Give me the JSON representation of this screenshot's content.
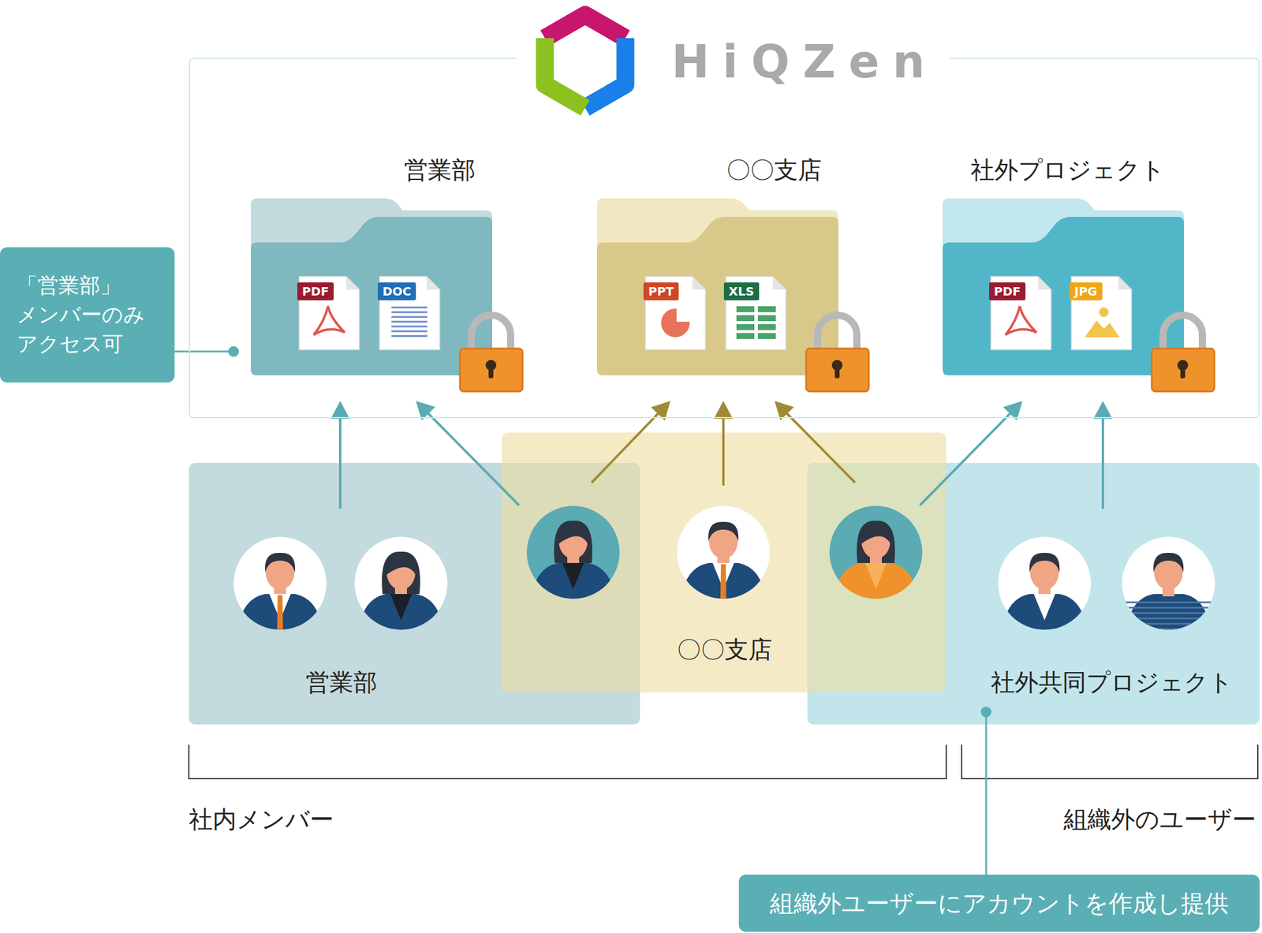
{
  "diagram": {
    "nodes": [
      {
        "text": [
          "HiQZen"
        ]
      },
      {
        "text": [
          "営業部"
        ],
        "in": 0
      },
      {
        "text": [
          "〇〇支店"
        ],
        "in": 0
      },
      {
        "text": [
          "社外プロジェクト"
        ],
        "in": 0
      },
      {
        "text": [
          "「営業部」 メンバーのみ アクセス可"
        ]
      },
      {
        "text": [
          "営業部"
        ]
      },
      {
        "text": [
          "〇〇支店"
        ]
      },
      {
        "text": [
          "社外共同プロジェクト"
        ]
      },
      {
        "text": [
          "組織外ユーザーにアカウントを作成し提供"
        ]
      }
    ],
    "edges": [
      {
        "from": 5,
        "to": 1,
        "arrow": "to"
      },
      {
        "from": 5,
        "to": 1,
        "arrow": "to"
      },
      {
        "from": 6,
        "to": 2,
        "arrow": "to"
      },
      {
        "from": 6,
        "to": 2,
        "arrow": "to"
      },
      {
        "from": 6,
        "to": 2,
        "arrow": "to"
      },
      {
        "from": 7,
        "to": 3,
        "arrow": "to"
      },
      {
        "from": 7,
        "to": 3,
        "arrow": "to"
      }
    ],
    "labels": [
      "PDF",
      "DOC",
      "PPT",
      "XLS",
      "PDF",
      "JPG",
      "社内メンバー",
      "組織外のユーザー"
    ]
  }
}
